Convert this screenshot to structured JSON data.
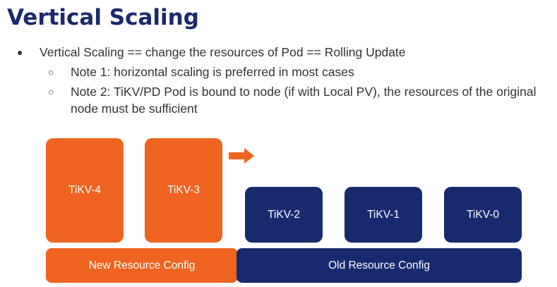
{
  "title": "Vertical Scaling",
  "bullets": {
    "main": "Vertical Scaling == change the resources of Pod == Rolling Update",
    "notes": [
      "Note 1: horizontal scaling is preferred in most cases",
      "Note 2: TiKV/PD Pod is bound to node (if with Local PV), the resources of the original node must be sufficient"
    ],
    "main_marker": "●",
    "sub_marker": "○"
  },
  "diagram": {
    "new_pods": [
      "TiKV-4",
      "TiKV-3"
    ],
    "old_pods": [
      "TiKV-2",
      "TiKV-1",
      "TiKV-0"
    ],
    "new_config_label": "New Resource Config",
    "old_config_label": "Old Resource Config",
    "colors": {
      "new": "#ee6420",
      "old": "#172a6e",
      "title": "#1b2a6b"
    },
    "arrow_icon": "right-arrow-icon"
  }
}
